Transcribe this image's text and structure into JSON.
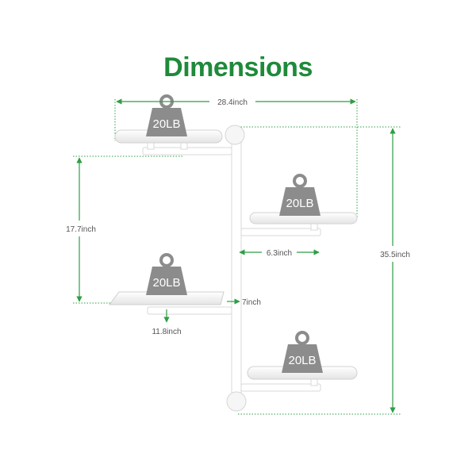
{
  "title": "Dimensions",
  "colors": {
    "title": "#1e8a3a",
    "dimension_line": "#2f9e44",
    "weight_icon": "#8c8c8c",
    "shelf": "#f2f2f2"
  },
  "dimensions": {
    "overall_width": "28.4inch",
    "overall_height": "35.5inch",
    "shelf_spacing": "17.7inch",
    "arm_length": "6.3inch",
    "shelf_depth": "7inch",
    "shelf_width": "11.8inch"
  },
  "weights": [
    "20LB",
    "20LB",
    "20LB",
    "20LB"
  ],
  "icons": [
    "weight-icon"
  ]
}
